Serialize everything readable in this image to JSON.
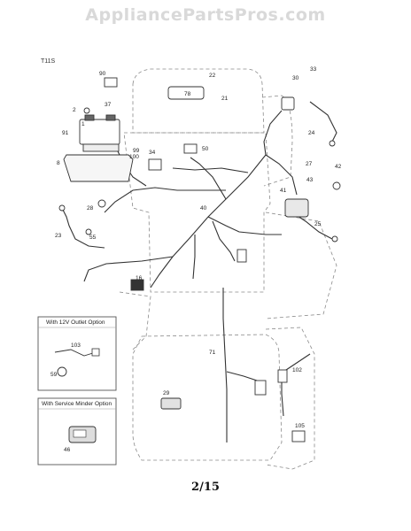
{
  "header": {
    "watermark": "AppliancePartsPros.com"
  },
  "diagram": {
    "sheet_code": "T11S",
    "page_number": "2/15",
    "callouts": [
      "90",
      "33",
      "22",
      "78",
      "21",
      "30",
      "2",
      "37",
      "1",
      "91",
      "99",
      "100",
      "8",
      "50",
      "34",
      "24",
      "27",
      "42",
      "43",
      "41",
      "28",
      "40",
      "25",
      "23",
      "55",
      "16",
      "71",
      "29",
      "102",
      "105"
    ],
    "option_boxes": [
      {
        "title": "With 12V Outlet Option",
        "callouts": [
          "103",
          "59"
        ]
      },
      {
        "title": "With Service Minder Option",
        "callouts": [
          "46"
        ]
      }
    ]
  },
  "colors": {
    "watermark": "#d9d9d9",
    "line": "#333333",
    "dashed": "#8a8a8a"
  }
}
